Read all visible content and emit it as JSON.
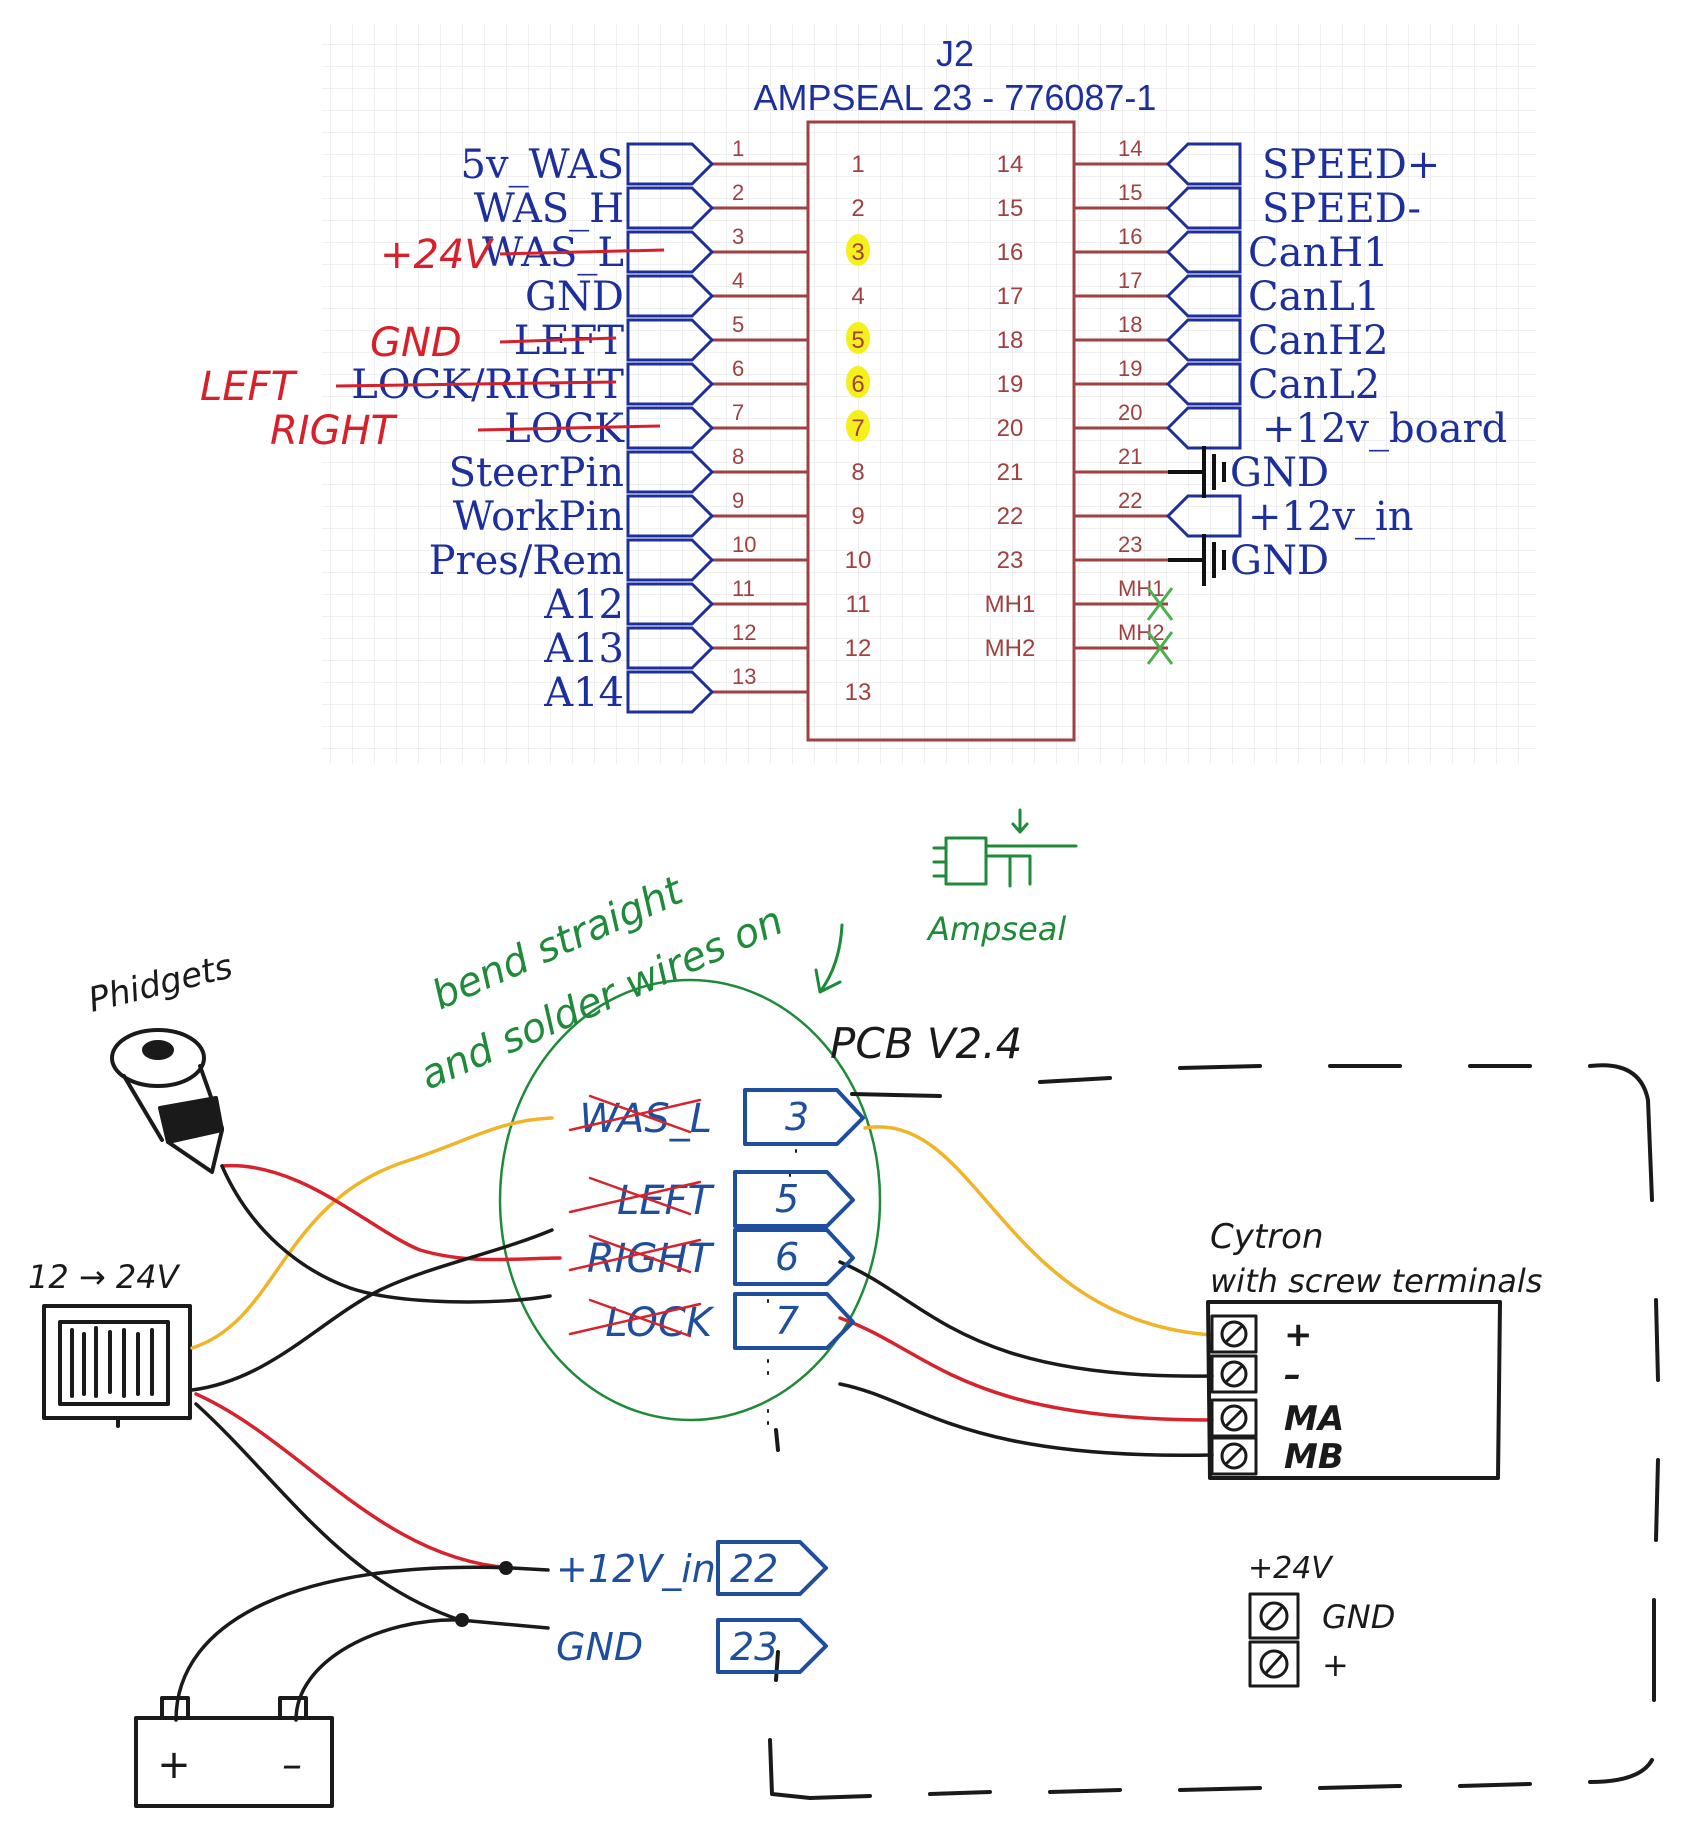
{
  "schematic": {
    "ref": "J2",
    "part": "AMPSEAL 23 - 776087-1",
    "body_left_numbers": [
      "1",
      "2",
      "3",
      "4",
      "5",
      "6",
      "7",
      "8",
      "9",
      "10",
      "11",
      "12",
      "13"
    ],
    "body_right_numbers": [
      "14",
      "15",
      "16",
      "17",
      "18",
      "19",
      "20",
      "21",
      "22",
      "23",
      "MH1",
      "MH2"
    ],
    "highlighted_pins": [
      "3",
      "5",
      "6",
      "7"
    ],
    "left_pin_numbers": [
      "1",
      "2",
      "3",
      "4",
      "5",
      "6",
      "7",
      "8",
      "9",
      "10",
      "11",
      "12",
      "13"
    ],
    "left_nets": [
      "5v_WAS",
      "WAS_H",
      "WAS_L",
      "GND",
      "LEFT",
      "LOCK/RIGHT",
      "LOCK",
      "SteerPin",
      "WorkPin",
      "Pres/Rem",
      "A12",
      "A13",
      "A14"
    ],
    "right_pin_numbers": [
      "14",
      "15",
      "16",
      "17",
      "18",
      "19",
      "20",
      "21",
      "22",
      "23",
      "MH1",
      "MH2"
    ],
    "right_nets": [
      "SPEED+",
      "SPEED-",
      "CanH1",
      "CanL1",
      "CanH2",
      "CanL2",
      "+12v_board",
      "GND",
      "+12v_in",
      "GND"
    ],
    "red_annotations": {
      "pin3": "+24V",
      "pin5": "GND",
      "pin6": "LEFT",
      "pin7": "RIGHT"
    },
    "colors": {
      "grid": "#e2e2e2",
      "pin": "#a04040",
      "net": "#1c2f9c",
      "red": "#d8202a",
      "highlight": "#f5ef1c",
      "noconnect": "#4caf50"
    }
  },
  "sketch": {
    "note_green_line1": "bend straight",
    "note_green_line2": "and solder wires on",
    "ampseal_label": "Ampseal",
    "phidgets_label": "Phidgets",
    "converter_label": "12 → 24V",
    "pcb_label": "PCB V2.4",
    "pcb_rows": [
      {
        "label": "WAS_L",
        "pin": "3"
      },
      {
        "label": "LEFT",
        "pin": "5"
      },
      {
        "label": "RIGHT",
        "pin": "6"
      },
      {
        "label": "LOCK",
        "pin": "7"
      }
    ],
    "power_rows": [
      {
        "label": "+12V_in",
        "pin": "22"
      },
      {
        "label": "GND",
        "pin": "23"
      }
    ],
    "cytron_line1": "Cytron",
    "cytron_line2": "with screw terminals",
    "cytron_terminals": [
      "+",
      "–",
      "MA",
      "MB"
    ],
    "supply_label": "+24V",
    "supply_terminals": [
      "GND",
      "+"
    ],
    "battery_terminals": [
      "+",
      "–"
    ],
    "colors": {
      "ink": "#1a1a1a",
      "blue": "#1f4e9c",
      "green": "#1f8a3a",
      "red": "#d7232d",
      "yellow": "#f0b429"
    }
  }
}
